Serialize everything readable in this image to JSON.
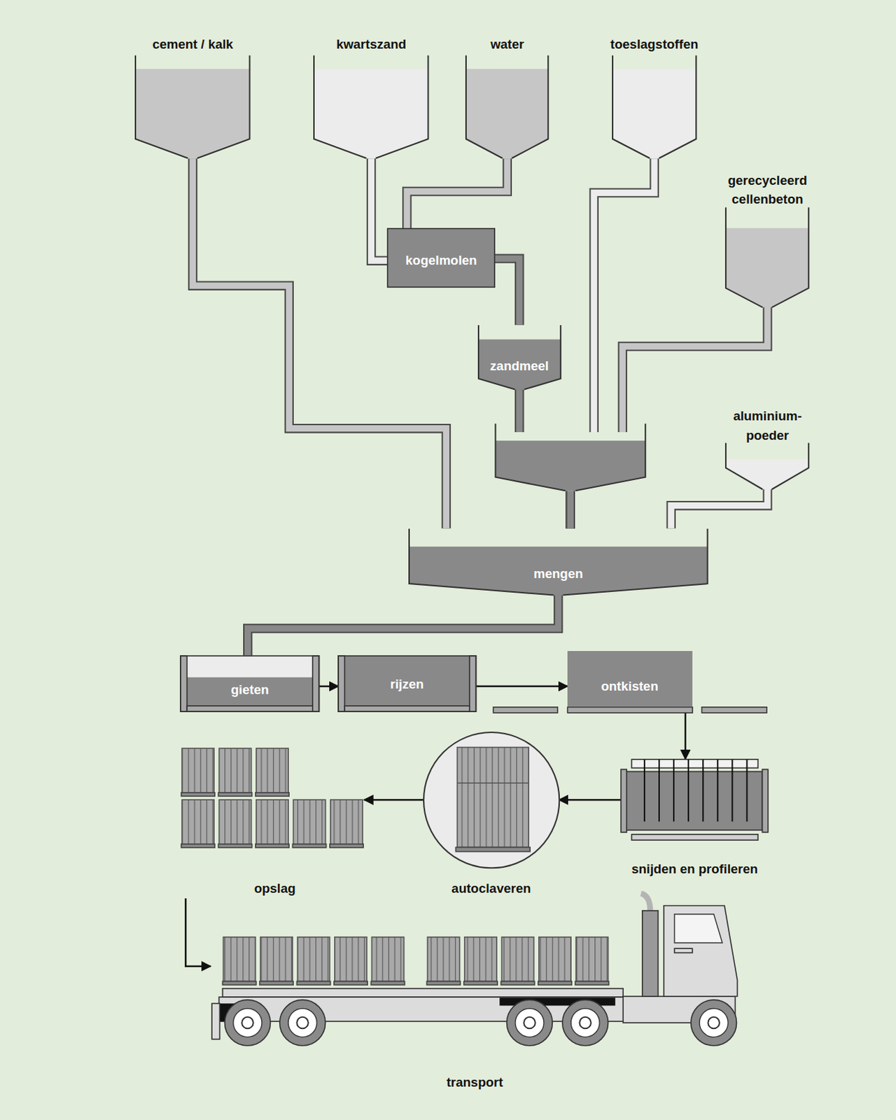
{
  "diagram": {
    "nodes": [
      {
        "text": [
          "cement / kalk"
        ]
      },
      {
        "text": [
          "kwartszand"
        ]
      },
      {
        "text": [
          "water"
        ]
      },
      {
        "text": [
          "toeslagstoffen"
        ]
      },
      {
        "text": [
          "kogelmolen"
        ]
      },
      {
        "text": [
          "gerecycleerd cellenbeton"
        ]
      },
      {
        "text": [
          "zandmeel"
        ]
      },
      {
        "text": [
          "aluminium- poeder"
        ]
      },
      {
        "text": [
          "mengen"
        ]
      },
      {
        "text": [
          "gieten"
        ]
      },
      {
        "text": [
          "rijzen"
        ]
      },
      {
        "text": [
          "ontkisten"
        ]
      },
      {
        "text": [
          "snijden en profileren"
        ]
      },
      {
        "text": [
          "autoclaveren"
        ]
      },
      {
        "text": [
          "opslag"
        ]
      },
      {
        "text": [
          "transport"
        ]
      }
    ],
    "edges": [
      {
        "from": 0,
        "to": 8,
        "arrow": "none"
      },
      {
        "from": 1,
        "to": 4,
        "arrow": "none"
      },
      {
        "from": 2,
        "to": 4,
        "arrow": "none"
      },
      {
        "from": 4,
        "to": 6,
        "arrow": "none"
      },
      {
        "from": 3,
        "to": 8,
        "arrow": "none"
      },
      {
        "from": 5,
        "to": 8,
        "arrow": "none"
      },
      {
        "from": 6,
        "to": 8,
        "arrow": "none"
      },
      {
        "from": 7,
        "to": 8,
        "arrow": "none"
      },
      {
        "from": 8,
        "to": 9,
        "arrow": "none"
      },
      {
        "from": 9,
        "to": 10,
        "arrow": "to"
      },
      {
        "from": 10,
        "to": 11,
        "arrow": "to"
      },
      {
        "from": 11,
        "to": 12,
        "arrow": "to"
      },
      {
        "from": 12,
        "to": 13,
        "arrow": "to"
      },
      {
        "from": 13,
        "to": 14,
        "arrow": "to"
      },
      {
        "from": 14,
        "to": 15,
        "arrow": "to"
      }
    ]
  }
}
